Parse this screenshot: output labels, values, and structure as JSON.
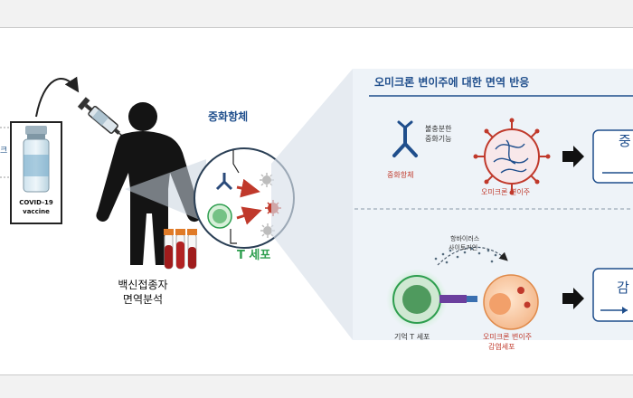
{
  "vial_label": [
    "COVID-19",
    "vaccine"
  ],
  "left_partial_text": "크",
  "person_caption": [
    "백신접종자",
    "면역분석"
  ],
  "neutralizing_antibody": "중화항체",
  "t_cell": "T 세포",
  "panel": {
    "title": "오미크론 변이주에 대한 면역 반응",
    "top": {
      "insufficient_label": [
        "불충분한",
        "중화기능"
      ],
      "antibody_label": "중화항체",
      "variant_label": "오미크론 변이주",
      "result_partial": "중"
    },
    "bottom": {
      "cytokine_label": [
        "항바이러스",
        "사이토카인"
      ],
      "memory_t_label": "기억 T 세포",
      "infected_label": [
        "오미크론 변이주",
        "감염세포"
      ],
      "result_partial": "감"
    }
  },
  "colors": {
    "title_blue": "#1f4e8c",
    "accent_red": "#c0392b",
    "green": "#2e9e4f",
    "panel_bg": "#eef3f8"
  }
}
